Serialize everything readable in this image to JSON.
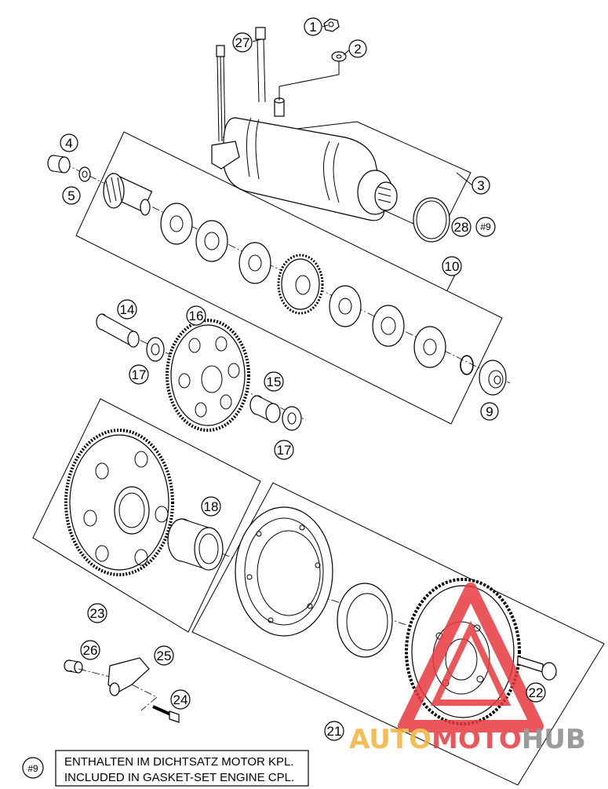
{
  "callouts": {
    "c1": "1",
    "c2": "2",
    "c3": "3",
    "c4": "4",
    "c5": "5",
    "c9": "9",
    "c10": "10",
    "c14": "14",
    "c15": "15",
    "c16": "16",
    "c17a": "17",
    "c17b": "17",
    "c18": "18",
    "c21": "21",
    "c22": "22",
    "c23": "23",
    "c24": "24",
    "c25": "25",
    "c26": "26",
    "c27": "27",
    "c28": "28",
    "ref9": "#9"
  },
  "note": {
    "ref": "#9",
    "line1": "ENTHALTEN IM DICHTSATZ MOTOR KPL.",
    "line2": "INCLUDED IN GASKET-SET ENGINE CPL."
  },
  "watermark": {
    "part1": "AUTO",
    "part2": "MOTO",
    "part3": "HUB",
    "colors": {
      "red": "#e8393f",
      "gold": "#f2b33a",
      "gray": "#8a8a8a"
    }
  }
}
